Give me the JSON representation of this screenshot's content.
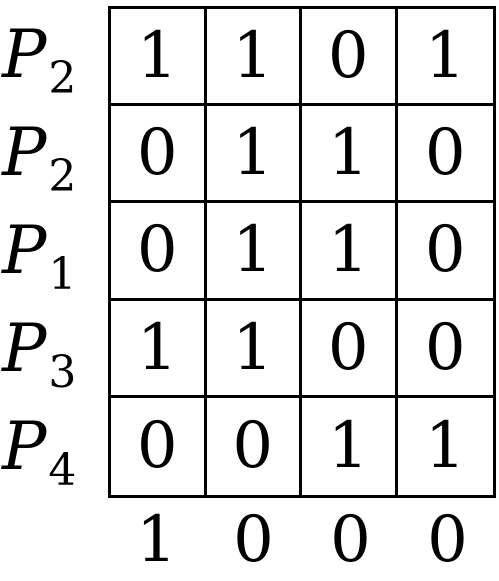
{
  "rows": [
    {
      "label": {
        "base": "P",
        "sub": "2"
      },
      "values": [
        "1",
        "1",
        "0",
        "1"
      ]
    },
    {
      "label": {
        "base": "P",
        "sub": "2"
      },
      "values": [
        "0",
        "1",
        "1",
        "0"
      ]
    },
    {
      "label": {
        "base": "P",
        "sub": "1"
      },
      "values": [
        "0",
        "1",
        "1",
        "0"
      ]
    },
    {
      "label": {
        "base": "P",
        "sub": "3"
      },
      "values": [
        "1",
        "1",
        "0",
        "0"
      ]
    },
    {
      "label": {
        "base": "P",
        "sub": "4"
      },
      "values": [
        "0",
        "0",
        "1",
        "1"
      ]
    }
  ],
  "bottom_row": [
    "1",
    "0",
    "0",
    "0"
  ]
}
